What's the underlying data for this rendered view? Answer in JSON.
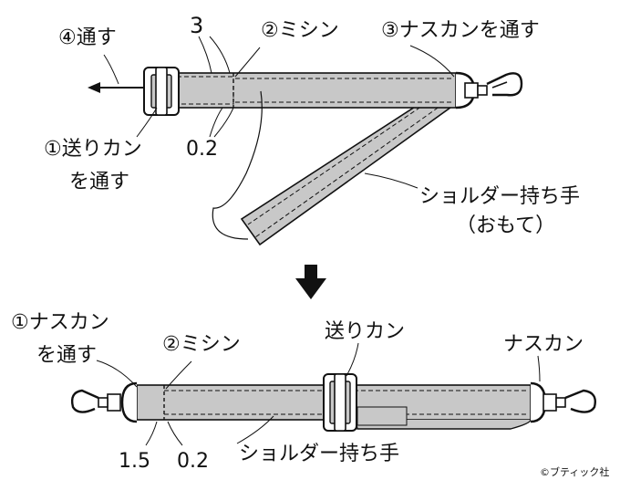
{
  "top": {
    "labels": {
      "pass4": "④通す",
      "three": "3",
      "sew2": "②ミシン",
      "hook3": "③ナスカンを通す",
      "slider1_line1": "①送りカン",
      "slider1_line2": "を通す",
      "point2": "0.2",
      "strap_line1": "ショルダー持ち手",
      "strap_line2": "（おもて）"
    }
  },
  "bottom": {
    "labels": {
      "hook1_line1": "①ナスカン",
      "hook1_line2": "を通す",
      "sew2": "②ミシン",
      "slider": "送りカン",
      "hook": "ナスカン",
      "m15": "1.5",
      "point2": "0.2",
      "strap": "ショルダー持ち手"
    }
  },
  "credit": "©ブティック社",
  "colors": {
    "strap_fill": "#c8c8c8",
    "line": "#111111",
    "background": "#ffffff"
  }
}
